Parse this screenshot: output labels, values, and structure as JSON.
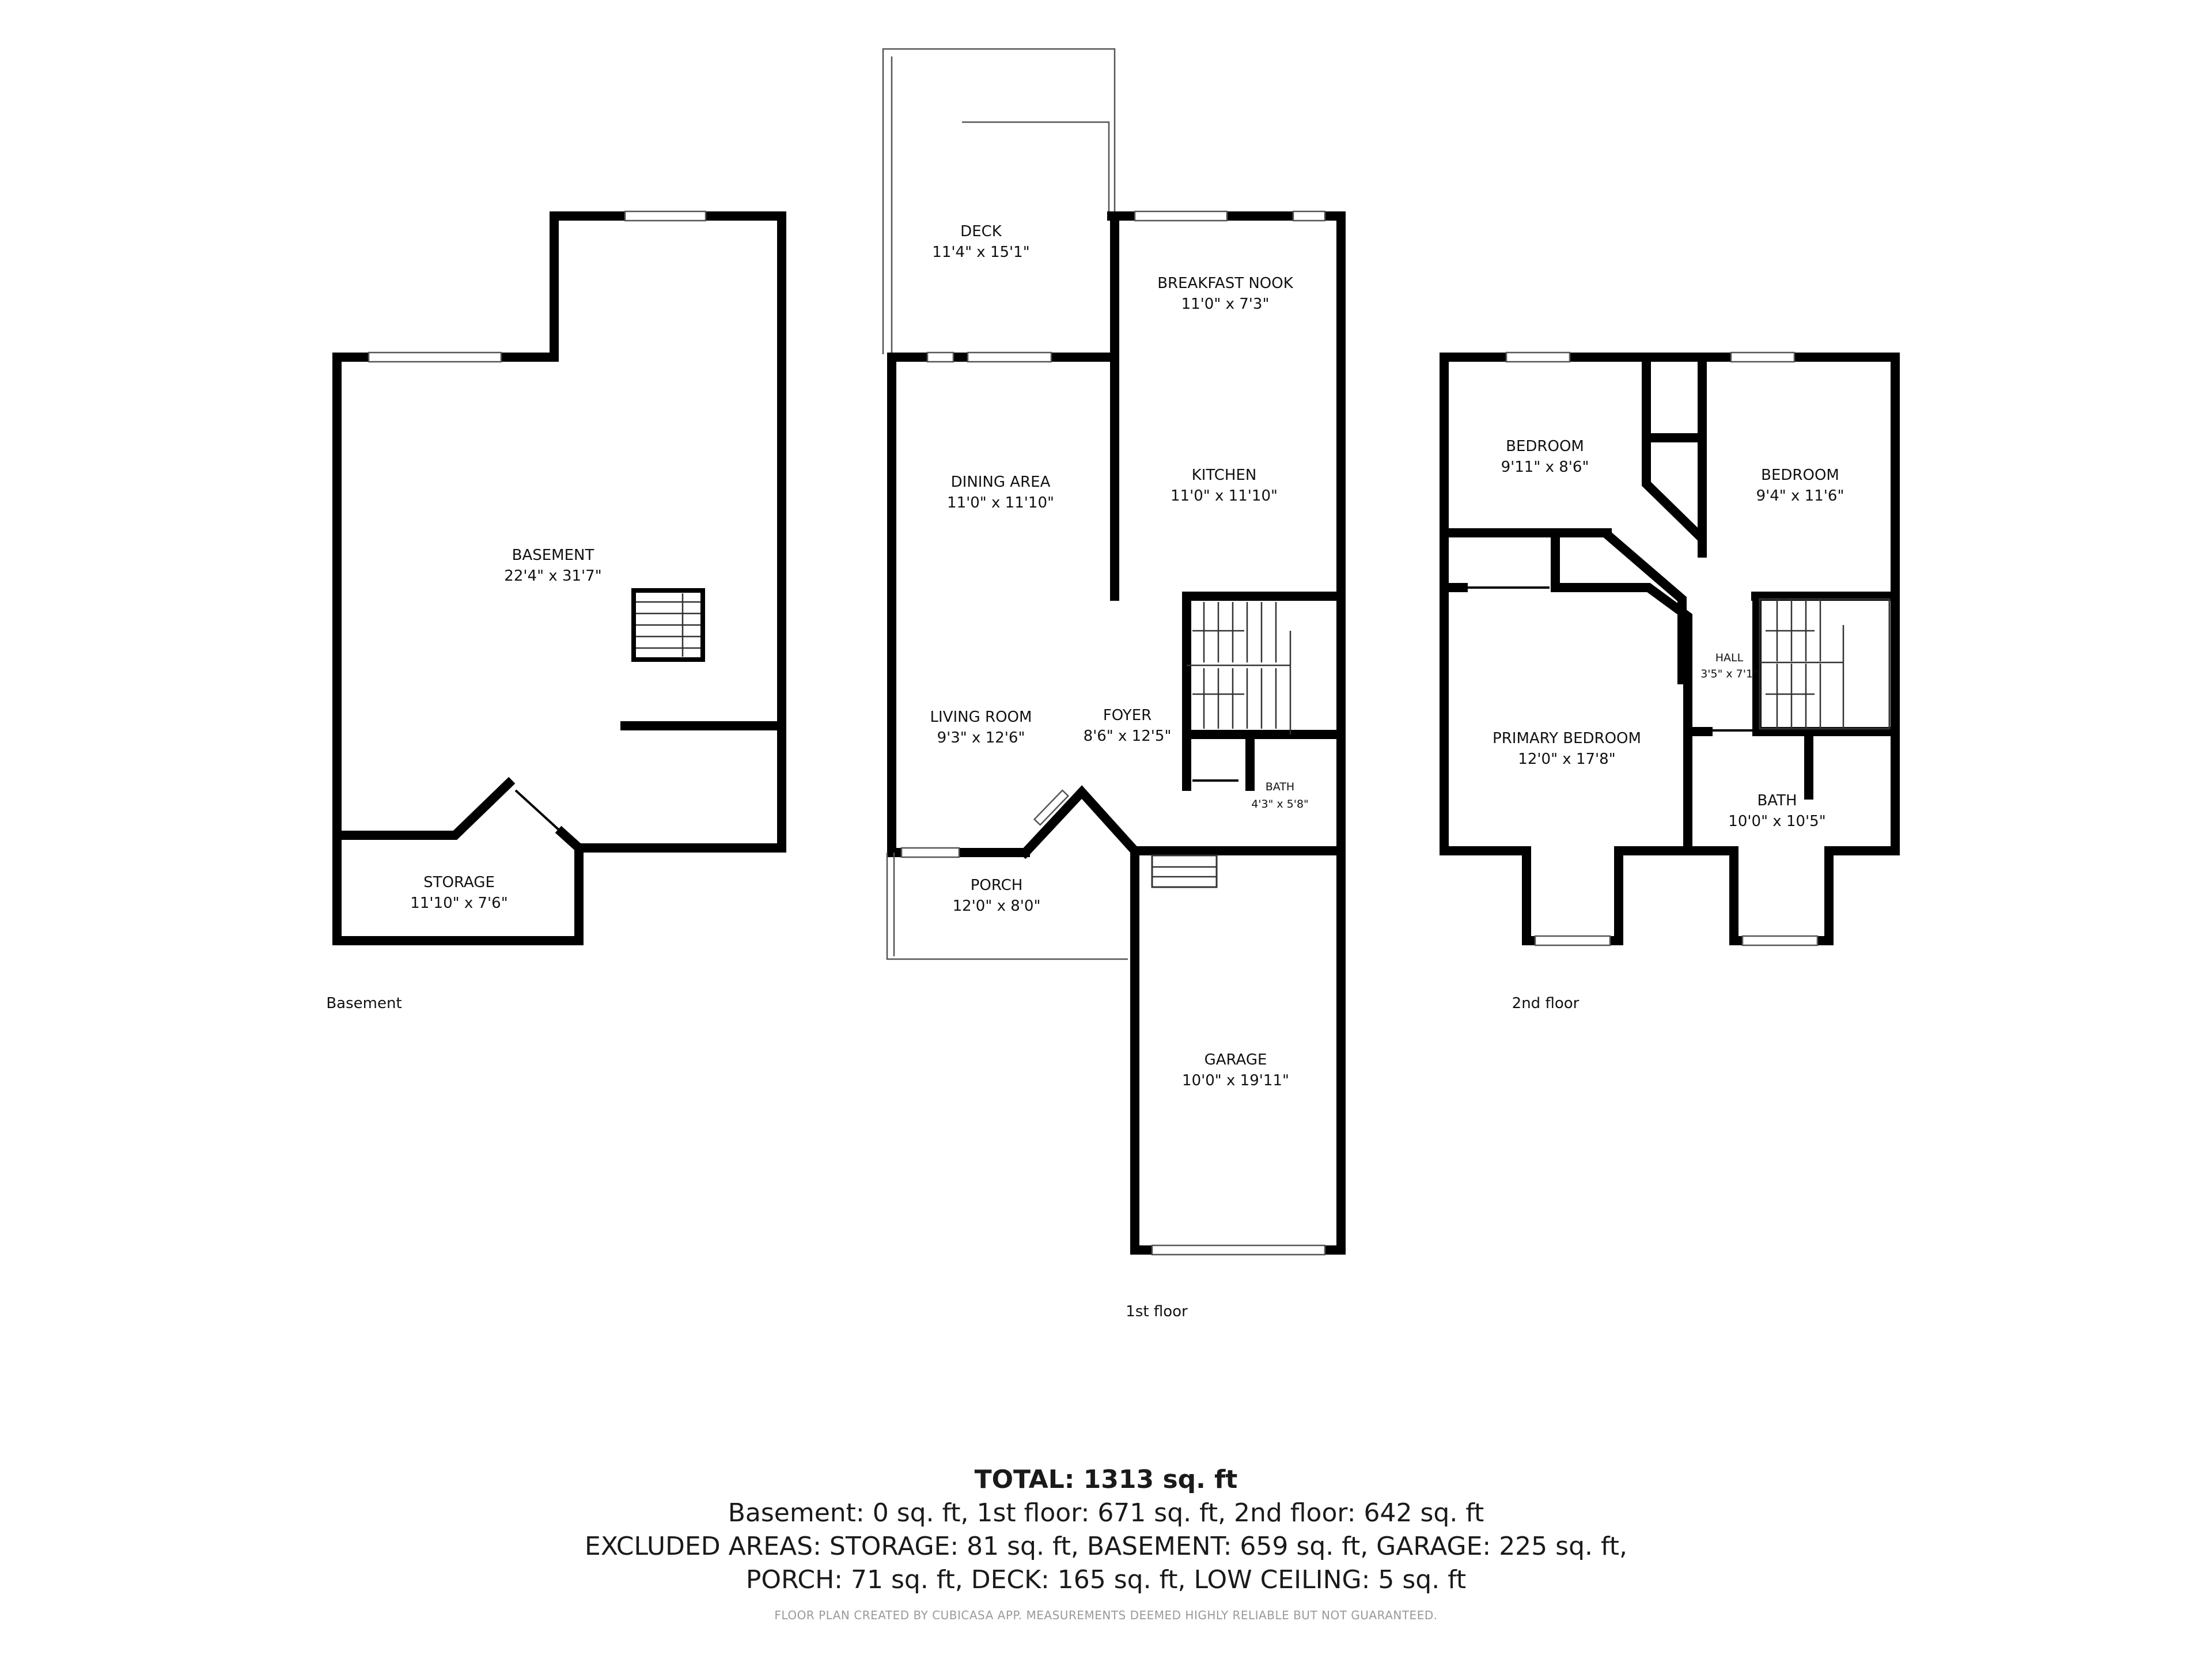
{
  "floors": {
    "basement": {
      "label": "Basement",
      "rooms": [
        {
          "name": "BASEMENT",
          "dims": "22'4\" x 31'7\""
        },
        {
          "name": "STORAGE",
          "dims": "11'10\" x 7'6\""
        }
      ]
    },
    "first": {
      "label": "1st floor",
      "rooms": [
        {
          "name": "DECK",
          "dims": "11'4\" x 15'1\""
        },
        {
          "name": "BREAKFAST NOOK",
          "dims": "11'0\" x 7'3\""
        },
        {
          "name": "DINING AREA",
          "dims": "11'0\" x 11'10\""
        },
        {
          "name": "KITCHEN",
          "dims": "11'0\" x 11'10\""
        },
        {
          "name": "LIVING ROOM",
          "dims": "9'3\" x 12'6\""
        },
        {
          "name": "FOYER",
          "dims": "8'6\" x 12'5\""
        },
        {
          "name": "BATH",
          "dims": "4'3\" x 5'8\""
        },
        {
          "name": "PORCH",
          "dims": "12'0\" x 8'0\""
        },
        {
          "name": "GARAGE",
          "dims": "10'0\" x 19'11\""
        }
      ]
    },
    "second": {
      "label": "2nd floor",
      "rooms": [
        {
          "name": "BEDROOM",
          "dims": "9'11\" x 8'6\""
        },
        {
          "name": "BEDROOM",
          "dims": "9'4\" x 11'6\""
        },
        {
          "name": "HALL",
          "dims": "3'5\" x 7'1\""
        },
        {
          "name": "PRIMARY BEDROOM",
          "dims": "12'0\" x 17'8\""
        },
        {
          "name": "BATH",
          "dims": "10'0\" x 10'5\""
        }
      ]
    }
  },
  "summary": {
    "total": "TOTAL: 1313 sq. ft",
    "line1": "Basement: 0 sq. ft, 1st floor: 671 sq. ft, 2nd floor: 642 sq. ft",
    "line2": "EXCLUDED AREAS: STORAGE: 81 sq. ft, BASEMENT: 659 sq. ft, GARAGE: 225 sq. ft,",
    "line3": "PORCH: 71 sq. ft, DECK: 165 sq. ft, LOW CEILING: 5 sq. ft",
    "disclaimer": "FLOOR PLAN CREATED BY CUBICASA APP. MEASUREMENTS DEEMED HIGHLY RELIABLE BUT NOT GUARANTEED."
  }
}
